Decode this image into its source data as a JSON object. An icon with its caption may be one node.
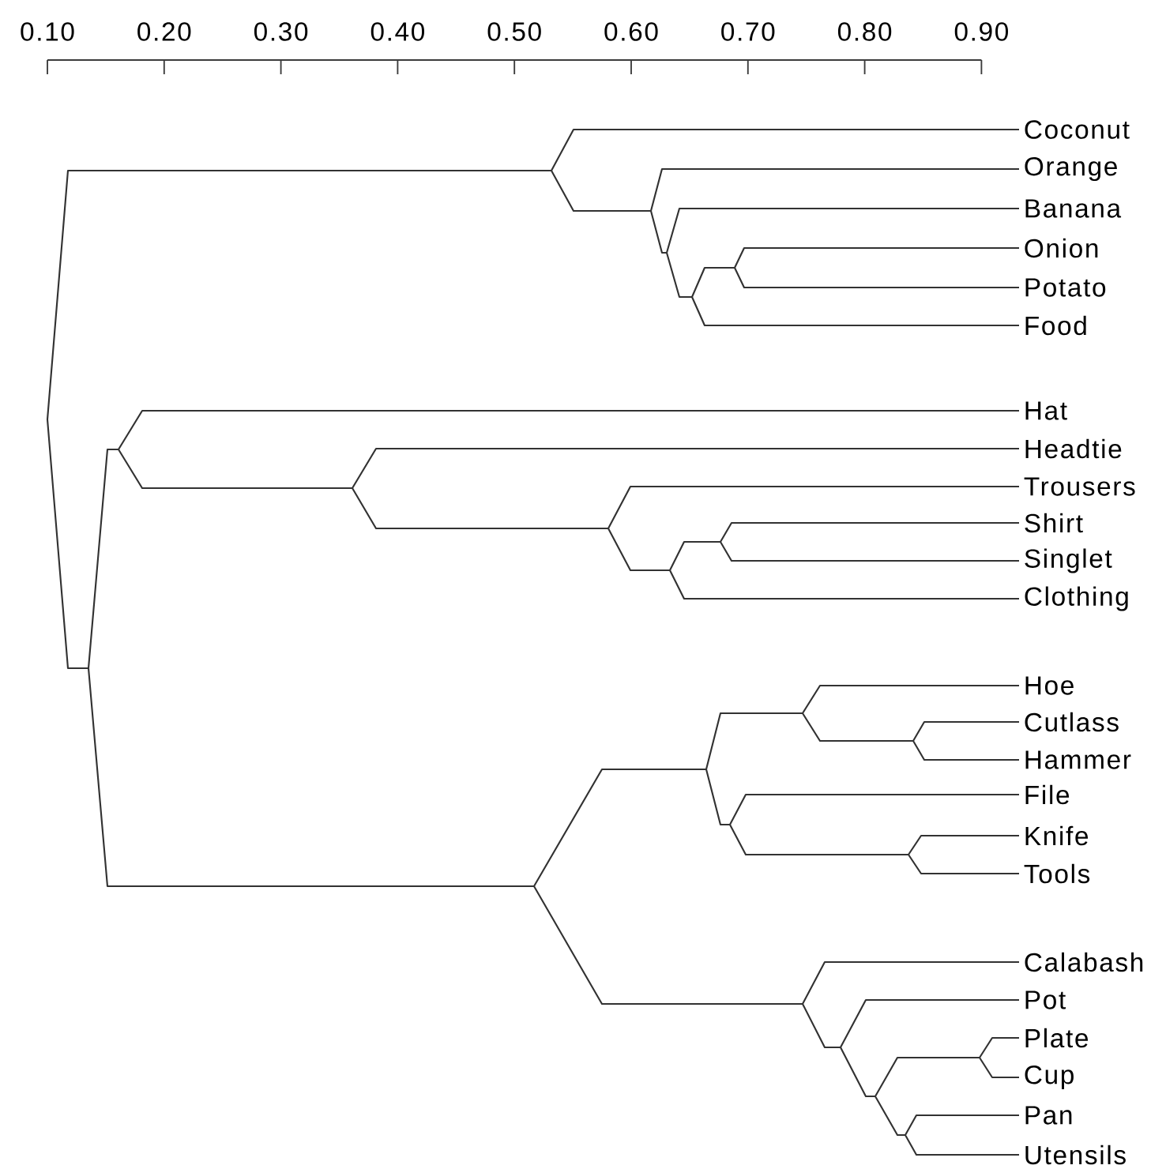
{
  "diagram": {
    "nodes": [
      {
        "text": [
          "Coconut"
        ]
      },
      {
        "text": [
          "Orange"
        ]
      },
      {
        "text": [
          "Banana"
        ]
      },
      {
        "text": [
          "Onion"
        ]
      },
      {
        "text": [
          "Potato"
        ]
      },
      {
        "text": [
          "Food"
        ]
      },
      {
        "text": [
          "Hat"
        ]
      },
      {
        "text": [
          "Headtie"
        ]
      },
      {
        "text": [
          "Trousers"
        ]
      },
      {
        "text": [
          "Shirt"
        ]
      },
      {
        "text": [
          "Singlet"
        ]
      },
      {
        "text": [
          "Clothing"
        ]
      },
      {
        "text": [
          "Hoe"
        ]
      },
      {
        "text": [
          "Cutlass"
        ]
      },
      {
        "text": [
          "Hammer"
        ]
      },
      {
        "text": [
          "File"
        ]
      },
      {
        "text": [
          "Knife"
        ]
      },
      {
        "text": [
          "Tools"
        ]
      },
      {
        "text": [
          "Calabash"
        ]
      },
      {
        "text": [
          "Pot"
        ]
      },
      {
        "text": [
          "Plate"
        ]
      },
      {
        "text": [
          "Cup"
        ]
      },
      {
        "text": [
          "Pan"
        ]
      },
      {
        "text": [
          "Utensils"
        ]
      }
    ],
    "labels": [
      "0.10",
      "0.20",
      "0.30",
      "0.40",
      "0.50",
      "0.60",
      "0.70",
      "0.80",
      "0.90"
    ]
  }
}
